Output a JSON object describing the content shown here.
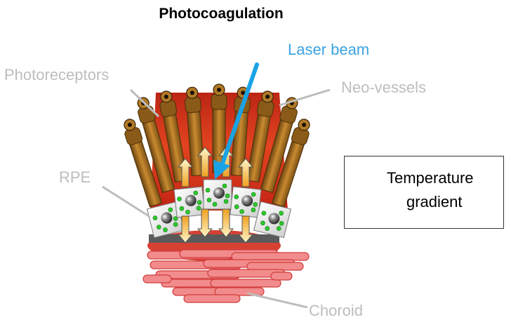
{
  "title": "Photocoagulation",
  "labels": {
    "laser_beam": "Laser beam",
    "photoreceptors": "Photoreceptors",
    "neo_vessels": "Neo-vessels",
    "rpe": "RPE",
    "choroid": "Choroid"
  },
  "legend": {
    "line1": "Temperature",
    "line2": "gradient",
    "icon": "double-headed-arrow-icon"
  },
  "colors": {
    "heat_red": "#c8200a",
    "laser_blue": "#1aa3e4",
    "label_gray": "#bdbdbd",
    "arrow_orange": "#f0a020",
    "melanin_green": "#2ec82e",
    "choroid_pink": "#f08080"
  }
}
